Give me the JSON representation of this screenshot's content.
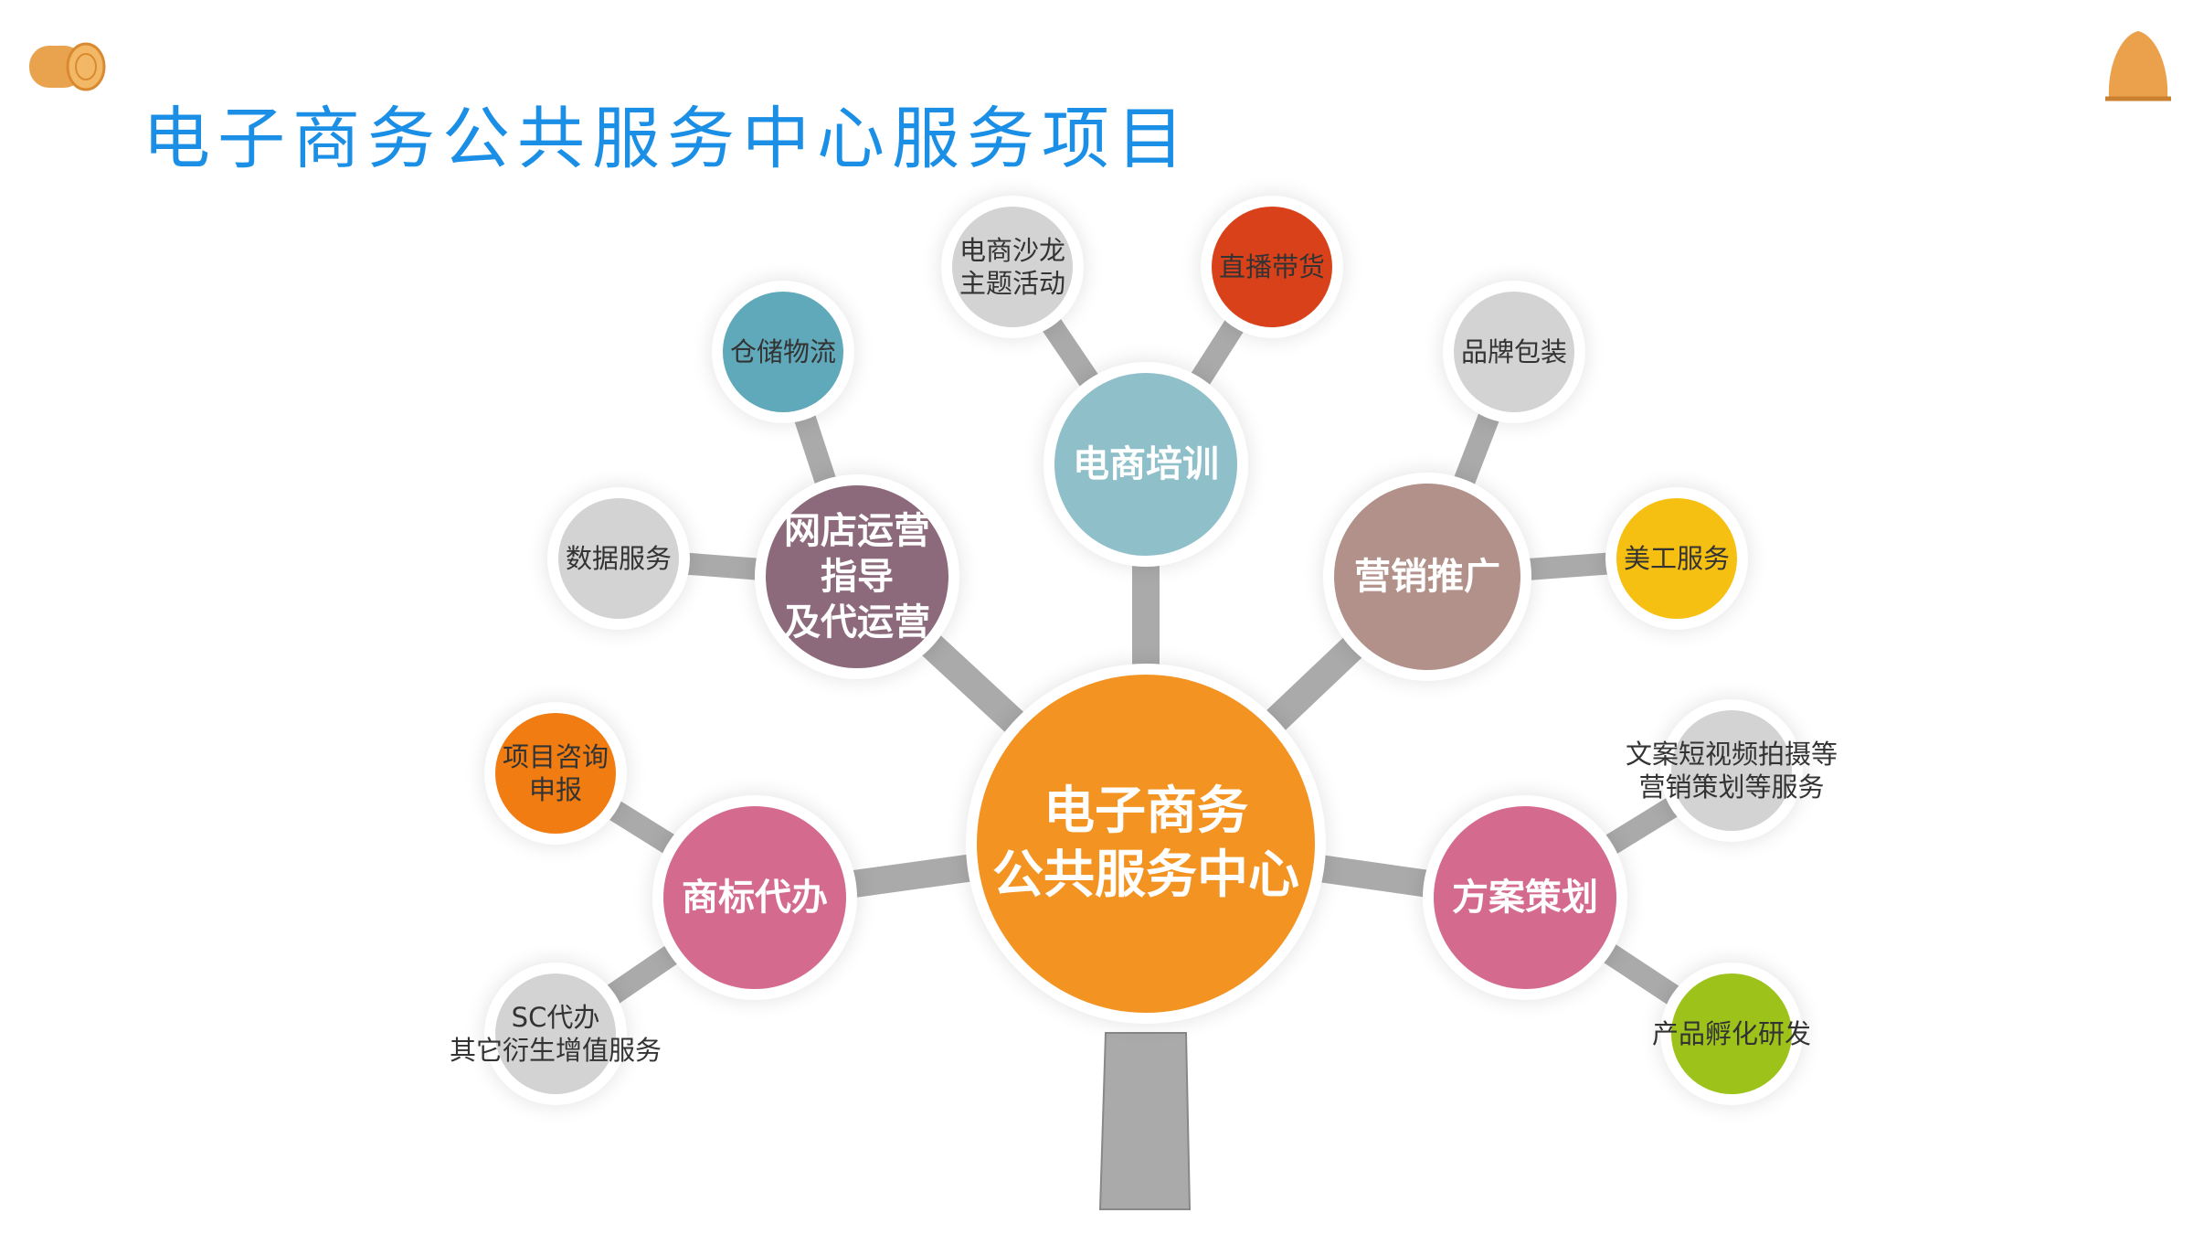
{
  "title": "电子商务公共服务中心服务项目",
  "decorations": {
    "top_left": "hay-bale-icon",
    "top_right": "haystack-icon"
  },
  "center": {
    "label": "电子商务\n公共服务中心",
    "color": "#f39322"
  },
  "branches": [
    {
      "id": "training",
      "label": "电商培训",
      "color": "#8fc0ca",
      "children": [
        {
          "id": "salon",
          "label": "电商沙龙\n主题活动",
          "color": "#d3d3d3"
        },
        {
          "id": "live",
          "label": "直播带货",
          "color": "#d9411b"
        }
      ]
    },
    {
      "id": "shop",
      "label": "网店运营\n指导\n及代运营",
      "color": "#8c6a7c",
      "children": [
        {
          "id": "logistics",
          "label": "仓储物流",
          "color": "#5fa9ba"
        },
        {
          "id": "data",
          "label": "数据服务",
          "color": "#d3d3d3"
        }
      ]
    },
    {
      "id": "marketing",
      "label": "营销推广",
      "color": "#b19189",
      "children": [
        {
          "id": "brand",
          "label": "品牌包装",
          "color": "#d3d3d3"
        },
        {
          "id": "art",
          "label": "美工服务",
          "color": "#f6c012"
        }
      ]
    },
    {
      "id": "trademark",
      "label": "商标代办",
      "color": "#d56a8f",
      "children": [
        {
          "id": "consult",
          "label": "项目咨询\n申报",
          "color": "#f07c12"
        },
        {
          "id": "sc",
          "label": "SC代办\n其它衍生增值服务",
          "color": "#d3d3d3"
        }
      ]
    },
    {
      "id": "plan",
      "label": "方案策划",
      "color": "#d56a8f",
      "children": [
        {
          "id": "copy",
          "label": "文案短视频拍摄等\n营销策划等服务",
          "color": "#d3d3d3"
        },
        {
          "id": "incubate",
          "label": "产品孵化研发",
          "color": "#9dc31b"
        }
      ]
    }
  ],
  "connector_color": "#aaaaaa"
}
